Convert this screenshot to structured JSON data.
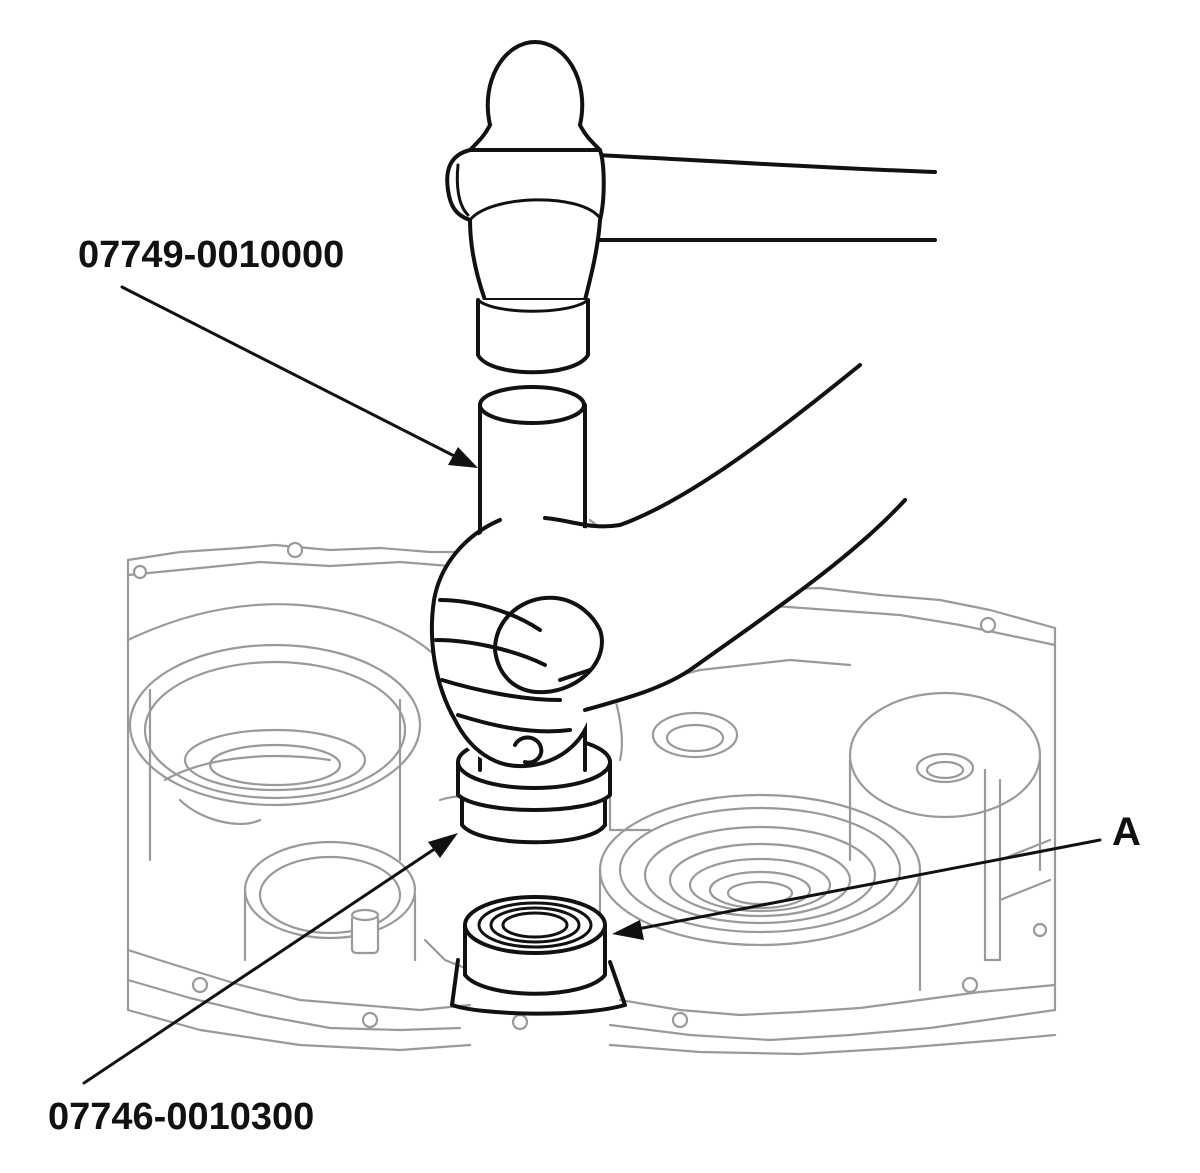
{
  "callouts": {
    "tool_upper": "07749-0010000",
    "tool_lower": "07746-0010300",
    "part_a": "A"
  },
  "colors": {
    "line": "#111111",
    "housing": "#9a9a9a",
    "background": "#ffffff"
  }
}
